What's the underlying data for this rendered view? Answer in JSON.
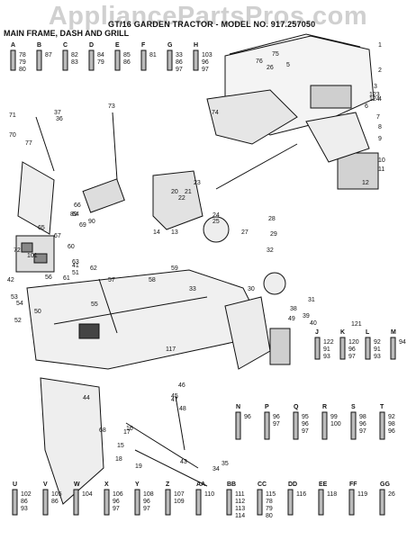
{
  "watermark": "AppliancePartsPros.com",
  "title": "GT/16 GARDEN TRACTOR - MODEL NO. 917.257050",
  "subtitle": "MAIN FRAME, DASH AND GRILL",
  "hardware_row1": [
    {
      "letter": "A",
      "nums": [
        "78",
        "79",
        "80"
      ]
    },
    {
      "letter": "B",
      "nums": [
        "87"
      ]
    },
    {
      "letter": "C",
      "nums": [
        "82",
        "83"
      ]
    },
    {
      "letter": "D",
      "nums": [
        "84",
        "79"
      ]
    },
    {
      "letter": "E",
      "nums": [
        "85",
        "86"
      ]
    },
    {
      "letter": "F",
      "nums": [
        "81"
      ]
    },
    {
      "letter": "G",
      "nums": [
        "33",
        "86",
        "97"
      ]
    },
    {
      "letter": "H",
      "nums": [
        "103",
        "96",
        "97"
      ]
    }
  ],
  "hardware_row2": [
    {
      "letter": "J",
      "nums": [
        "122",
        "91",
        "93"
      ]
    },
    {
      "letter": "K",
      "nums": [
        "120",
        "96",
        "97"
      ]
    },
    {
      "letter": "L",
      "nums": [
        "92",
        "91",
        "93"
      ]
    },
    {
      "letter": "M",
      "nums": [
        "94"
      ]
    }
  ],
  "hardware_row3": [
    {
      "letter": "N",
      "nums": [
        "96"
      ]
    },
    {
      "letter": "P",
      "nums": [
        "96",
        "97"
      ]
    },
    {
      "letter": "Q",
      "nums": [
        "95",
        "96",
        "97"
      ]
    },
    {
      "letter": "R",
      "nums": [
        "99",
        "100"
      ]
    },
    {
      "letter": "S",
      "nums": [
        "98",
        "96",
        "97"
      ]
    },
    {
      "letter": "T",
      "nums": [
        "92",
        "98",
        "96"
      ]
    }
  ],
  "hardware_row4": [
    {
      "letter": "U",
      "nums": [
        "102",
        "86",
        "93"
      ]
    },
    {
      "letter": "V",
      "nums": [
        "105",
        "86"
      ]
    },
    {
      "letter": "W",
      "nums": [
        "104"
      ]
    },
    {
      "letter": "X",
      "nums": [
        "106",
        "96",
        "97"
      ]
    },
    {
      "letter": "Y",
      "nums": [
        "108",
        "96",
        "97"
      ]
    },
    {
      "letter": "Z",
      "nums": [
        "107",
        "109"
      ]
    },
    {
      "letter": "AA",
      "nums": [
        "110"
      ]
    },
    {
      "letter": "BB",
      "nums": [
        "111",
        "112",
        "113",
        "114"
      ]
    },
    {
      "letter": "CC",
      "nums": [
        "115",
        "78",
        "79",
        "80"
      ]
    },
    {
      "letter": "DD",
      "nums": [
        "116"
      ]
    },
    {
      "letter": "EE",
      "nums": [
        "118"
      ]
    },
    {
      "letter": "FF",
      "nums": [
        "119"
      ]
    },
    {
      "letter": "GG",
      "nums": [
        "26"
      ]
    }
  ],
  "callouts": [
    "1",
    "2",
    "3",
    "4",
    "5",
    "6",
    "7",
    "8",
    "9",
    "10",
    "11",
    "12",
    "13",
    "14",
    "15",
    "16",
    "17",
    "18",
    "19",
    "20",
    "21",
    "22",
    "23",
    "24",
    "25",
    "26",
    "27",
    "28",
    "29",
    "30",
    "31",
    "32",
    "33",
    "34",
    "35",
    "36",
    "37",
    "38",
    "39",
    "40",
    "41",
    "42",
    "43",
    "44",
    "45",
    "46",
    "47",
    "48",
    "49",
    "50",
    "51",
    "52",
    "53",
    "54",
    "55",
    "56",
    "57",
    "58",
    "59",
    "60",
    "61",
    "62",
    "63",
    "64",
    "65",
    "66",
    "67",
    "68",
    "69",
    "70",
    "71",
    "72",
    "73",
    "74",
    "75",
    "76",
    "77",
    "89",
    "90",
    "101",
    "117",
    "121",
    "123",
    "124"
  ]
}
